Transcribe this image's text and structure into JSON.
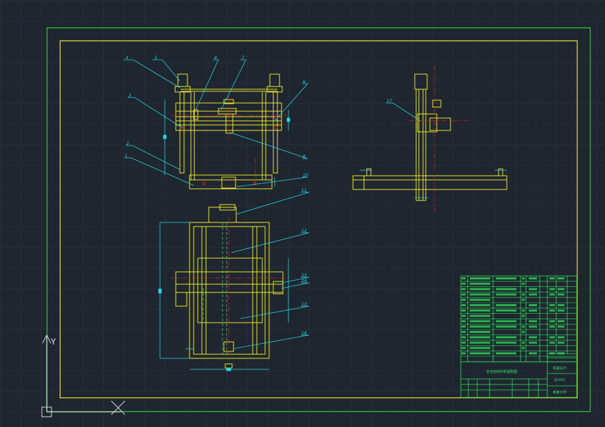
{
  "colors": {
    "background": "#1f2630",
    "grid": "#2b3440",
    "frame_outer": "#35c83a",
    "frame_inner": "#e8e62a",
    "drawing": "#e8e62a",
    "leader": "#27d7e6",
    "center_line": "#e02222",
    "hidden_line": "#2fe05a",
    "table_line": "#2fe05a",
    "table_text": "#2fe05a",
    "ucs": "#d8d8d8"
  },
  "balloons": {
    "front": [
      "4",
      "5",
      "8",
      "7",
      "6",
      "3",
      "2",
      "1",
      "9",
      "10"
    ],
    "side": [
      "17"
    ],
    "top": [
      "11",
      "12",
      "23",
      "24",
      "13",
      "16"
    ]
  },
  "title_block": {
    "drawing_name": "全自动收料机装配图",
    "drawing_no": "ZJ-001",
    "company": "机械设计",
    "school": "某某大学"
  },
  "ucs": {
    "y_label": "Y"
  }
}
